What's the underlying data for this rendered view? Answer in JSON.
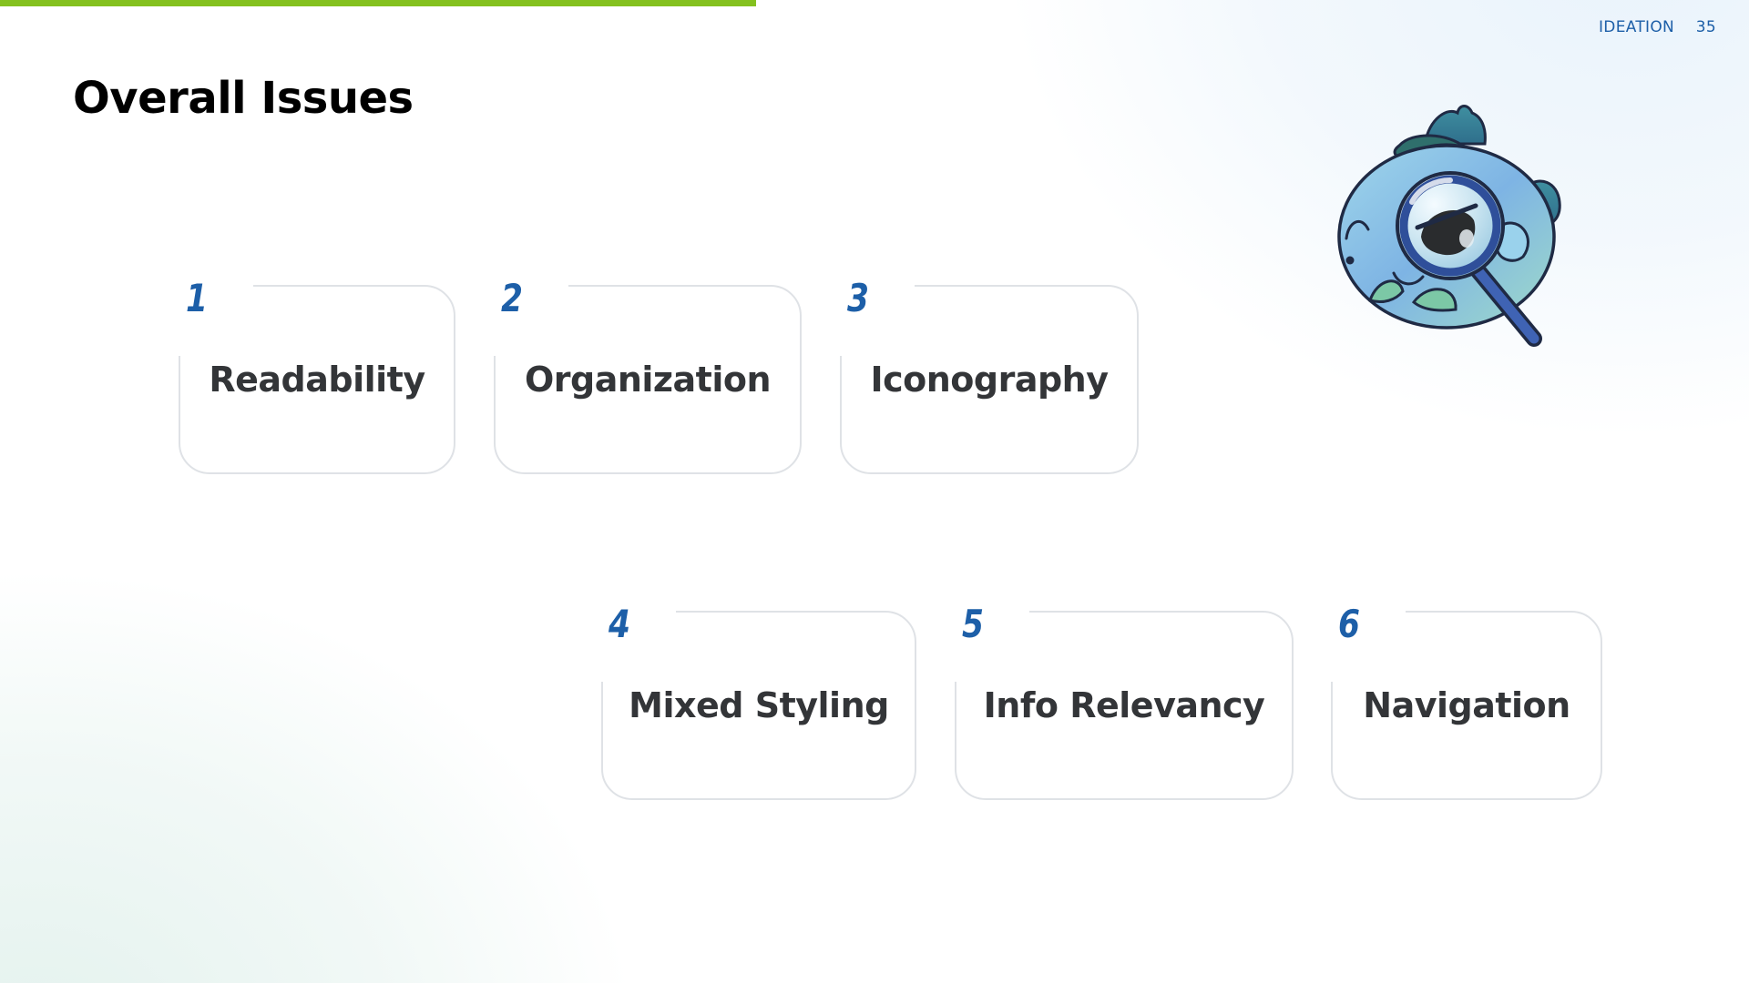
{
  "header": {
    "section": "IDEATION",
    "page_number": "35"
  },
  "title": "Overall Issues",
  "mascot": {
    "icon": "fish-with-magnifying-glass-icon"
  },
  "colors": {
    "accent_bar": "#84c11f",
    "number_blue": "#1d5fa8",
    "card_border": "#dfe2e6",
    "label_text": "#333538"
  },
  "issues": [
    {
      "number": "1",
      "label": "Readability"
    },
    {
      "number": "2",
      "label": "Organization"
    },
    {
      "number": "3",
      "label": "Iconography"
    },
    {
      "number": "4",
      "label": "Mixed Styling"
    },
    {
      "number": "5",
      "label": "Info Relevancy"
    },
    {
      "number": "6",
      "label": "Navigation"
    }
  ]
}
